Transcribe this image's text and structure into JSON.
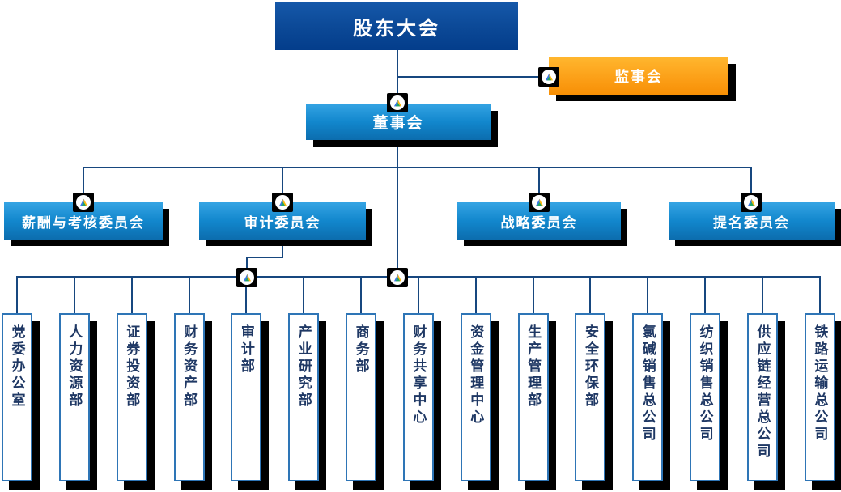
{
  "nodes": {
    "shareholders": {
      "label": "股东大会"
    },
    "supervisory_board": {
      "label": "监事会"
    },
    "board_of_directors": {
      "label": "董事会"
    },
    "committees": [
      {
        "label": "薪酬与考核委员会"
      },
      {
        "label": "审计委员会"
      },
      {
        "label": "战略委员会"
      },
      {
        "label": "提名委员会"
      }
    ],
    "departments": [
      {
        "label": "党委办公室"
      },
      {
        "label": "人力资源部"
      },
      {
        "label": "证券投资部"
      },
      {
        "label": "财务资产部"
      },
      {
        "label": "审计部"
      },
      {
        "label": "产业研究部"
      },
      {
        "label": "商务部"
      },
      {
        "label": "财务共享中心"
      },
      {
        "label": "资金管理中心"
      },
      {
        "label": "生产管理部"
      },
      {
        "label": "安全环保部"
      },
      {
        "label": "氯碱销售总公司"
      },
      {
        "label": "纺织销售总公司"
      },
      {
        "label": "供应链经营总公司"
      },
      {
        "label": "铁路运输总公司"
      }
    ]
  },
  "colors": {
    "root_box_top": "#1558a9",
    "root_box_bottom": "#033d8b",
    "blue_box_top": "#35a4e4",
    "blue_box_bottom": "#0c6dae",
    "orange_box_top": "#ffb62e",
    "orange_box_bottom": "#f78f05",
    "connector": "#17477f",
    "dept_border": "#2e75b6",
    "dept_text": "#1f3864",
    "shadow": "#000000"
  }
}
